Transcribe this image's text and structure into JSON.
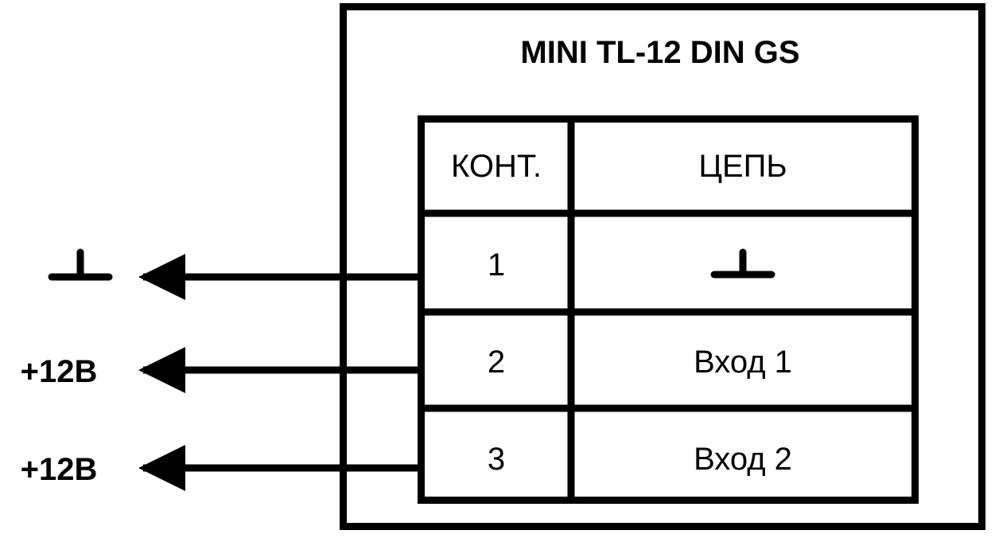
{
  "device": {
    "title": "MINI TL-12 DIN GS",
    "enclosure_label": "device-enclosure"
  },
  "table": {
    "headers": {
      "pin": "КОНТ.",
      "circuit": "ЦЕПЬ"
    },
    "rows": [
      {
        "pin": "1",
        "circuit": "",
        "circuit_icon": "ground-symbol"
      },
      {
        "pin": "2",
        "circuit": "Вход 1",
        "circuit_icon": ""
      },
      {
        "pin": "3",
        "circuit": "Вход 2",
        "circuit_icon": ""
      }
    ]
  },
  "terminals": [
    {
      "label": "",
      "icon": "ground-symbol",
      "connects_to_pin": "1"
    },
    {
      "label": "+12В",
      "icon": "",
      "connects_to_pin": "2"
    },
    {
      "label": "+12В",
      "icon": "",
      "connects_to_pin": "3"
    }
  ],
  "colors": {
    "line": "#000000",
    "background": "#ffffff"
  }
}
